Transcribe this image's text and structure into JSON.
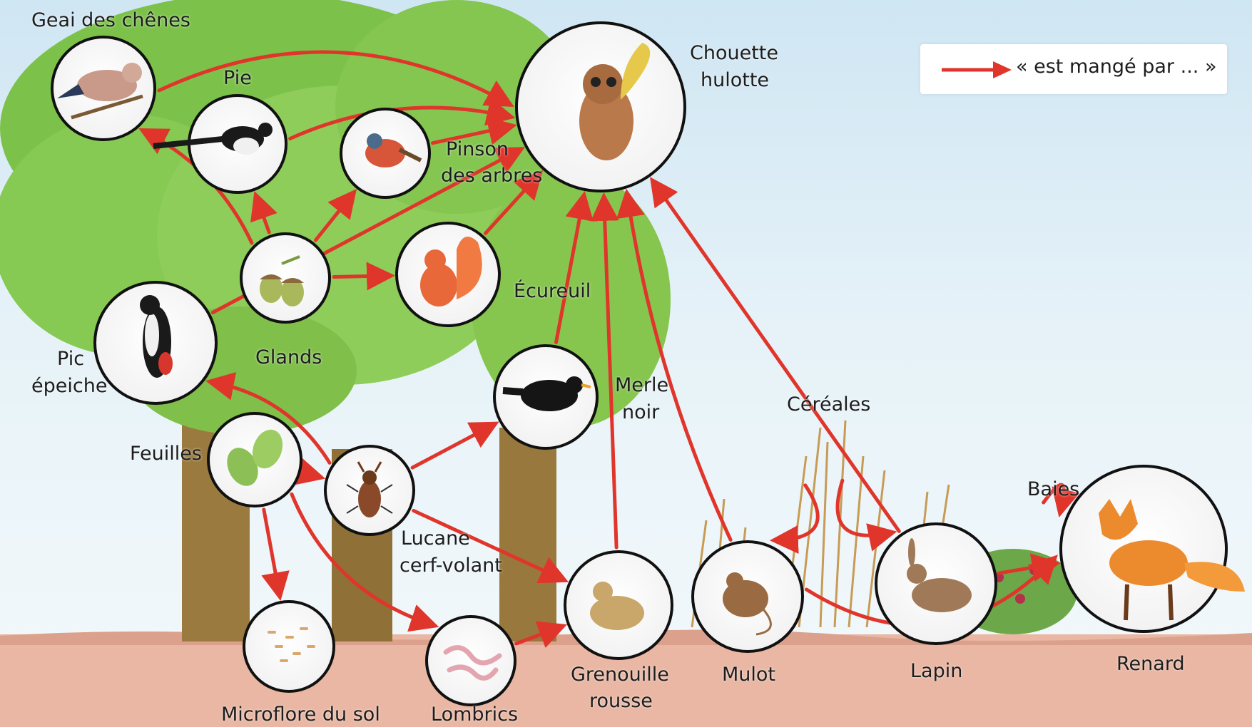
{
  "legend": {
    "text": "« est mangé par ... »"
  },
  "colors": {
    "arrow": "#e0352b",
    "soil": "#e9b7a3",
    "foliage": "#7cc24a",
    "trunk": "#9a7a3e",
    "sky": "#d5eaf5"
  },
  "organisms": {
    "geai": {
      "label": "Geai des chênes",
      "icon": "jay-bird-icon"
    },
    "pie": {
      "label": "Pie",
      "icon": "magpie-icon"
    },
    "pinson": {
      "label_line1": "Pinson",
      "label_line2": "des arbres",
      "icon": "finch-icon"
    },
    "chouette": {
      "label_line1": "Chouette",
      "label_line2": "hulotte",
      "icon": "owl-icon"
    },
    "glands": {
      "label": "Glands",
      "icon": "acorn-icon"
    },
    "ecureuil": {
      "label": "Écureuil",
      "icon": "squirrel-icon"
    },
    "pic": {
      "label_line1": "Pic",
      "label_line2": "épeiche",
      "icon": "woodpecker-icon"
    },
    "merle": {
      "label_line1": "Merle",
      "label_line2": "noir",
      "icon": "blackbird-icon"
    },
    "feuilles": {
      "label": "Feuilles",
      "icon": "oak-leaves-icon"
    },
    "lucane": {
      "label_line1": "Lucane",
      "label_line2": "cerf-volant",
      "icon": "stag-beetle-icon"
    },
    "cereales": {
      "label": "Céréales",
      "icon": "cereals-icon"
    },
    "baies": {
      "label": "Baies",
      "icon": "berries-icon"
    },
    "microflore": {
      "label": "Microflore du sol",
      "icon": "soil-microflora-icon"
    },
    "lombrics": {
      "label": "Lombrics",
      "icon": "earthworm-icon"
    },
    "grenouille": {
      "label_line1": "Grenouille",
      "label_line2": "rousse",
      "icon": "frog-icon"
    },
    "mulot": {
      "label": "Mulot",
      "icon": "wood-mouse-icon"
    },
    "lapin": {
      "label": "Lapin",
      "icon": "rabbit-icon"
    },
    "renard": {
      "label": "Renard",
      "icon": "fox-icon"
    }
  },
  "relations": [
    [
      "geai",
      "chouette"
    ],
    [
      "pie",
      "chouette"
    ],
    [
      "pinson",
      "chouette"
    ],
    [
      "ecureuil",
      "chouette"
    ],
    [
      "merle",
      "chouette"
    ],
    [
      "grenouille",
      "chouette"
    ],
    [
      "mulot",
      "chouette"
    ],
    [
      "lapin",
      "chouette"
    ],
    [
      "pic",
      "chouette"
    ],
    [
      "glands",
      "geai"
    ],
    [
      "glands",
      "pie"
    ],
    [
      "glands",
      "pinson"
    ],
    [
      "glands",
      "ecureuil"
    ],
    [
      "lucane",
      "pic"
    ],
    [
      "lucane",
      "merle"
    ],
    [
      "lucane",
      "grenouille"
    ],
    [
      "feuilles",
      "lucane"
    ],
    [
      "feuilles",
      "microflore"
    ],
    [
      "feuilles",
      "lombrics"
    ],
    [
      "lombrics",
      "grenouille"
    ],
    [
      "cereales",
      "mulot"
    ],
    [
      "cereales",
      "lapin"
    ],
    [
      "baies",
      "renard"
    ],
    [
      "lapin",
      "renard"
    ],
    [
      "mulot",
      "renard"
    ]
  ]
}
